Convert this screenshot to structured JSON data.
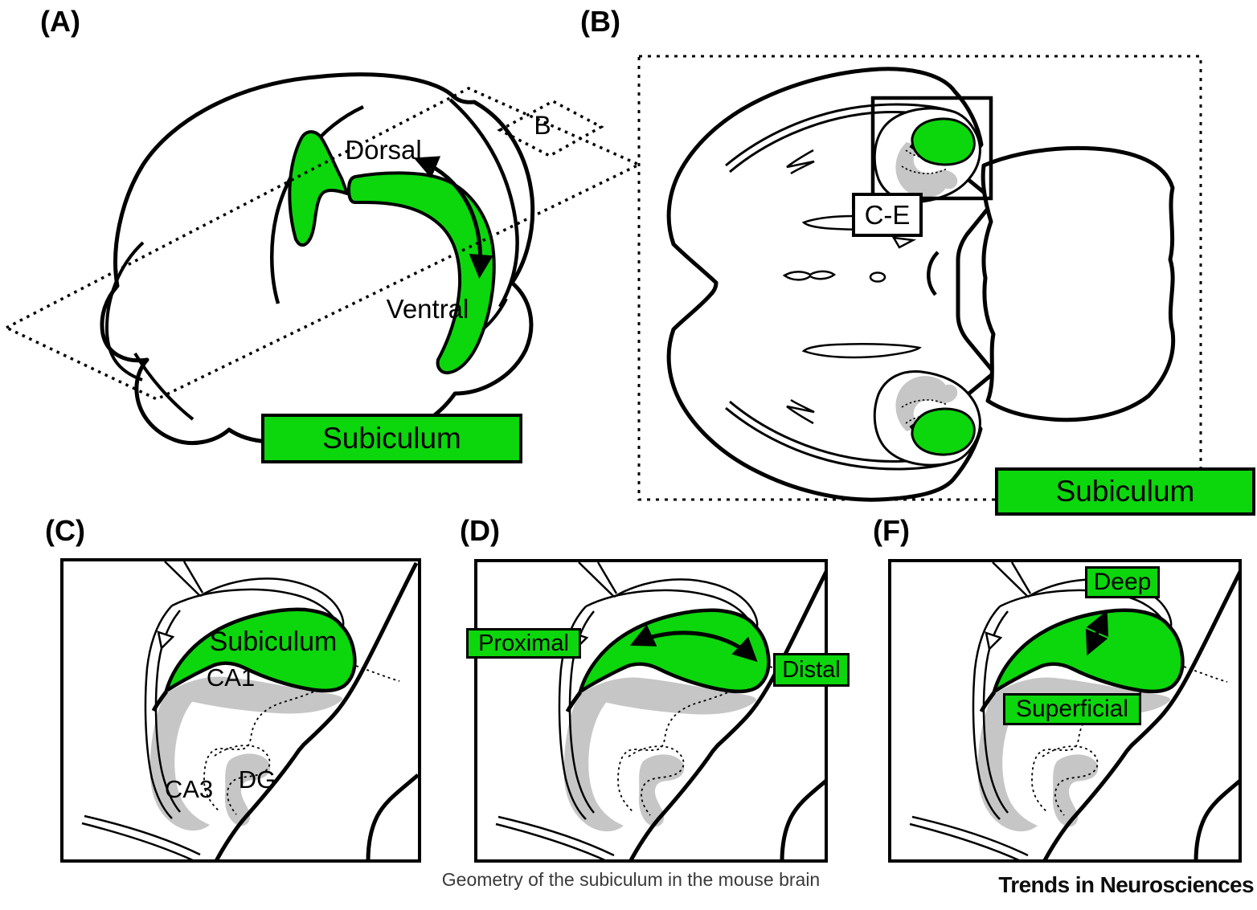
{
  "figure": {
    "caption": "Geometry of the subiculum in the mouse brain",
    "journal": "Trends in Neurosciences"
  },
  "panels": {
    "a": {
      "letter": "(A)",
      "dorsal": "Dorsal",
      "ventral": "Ventral",
      "plane_tag": "B",
      "legend": "Subiculum"
    },
    "b": {
      "letter": "(B)",
      "inset_tag": "C-E",
      "legend": "Subiculum"
    },
    "c": {
      "letter": "(C)",
      "region_subiculum": "Subiculum",
      "region_ca1": "CA1",
      "region_ca3": "CA3",
      "region_dg": "DG"
    },
    "d": {
      "letter": "(D)",
      "proximal": "Proximal",
      "distal": "Distal"
    },
    "f": {
      "letter": "(F)",
      "deep": "Deep",
      "superficial": "Superficial"
    }
  },
  "colors": {
    "subiculum_green": "#0CD60C",
    "hippocampus_gray": "#C6C6C6",
    "line_black": "#000000",
    "caption_gray": "#3A3A3A"
  }
}
